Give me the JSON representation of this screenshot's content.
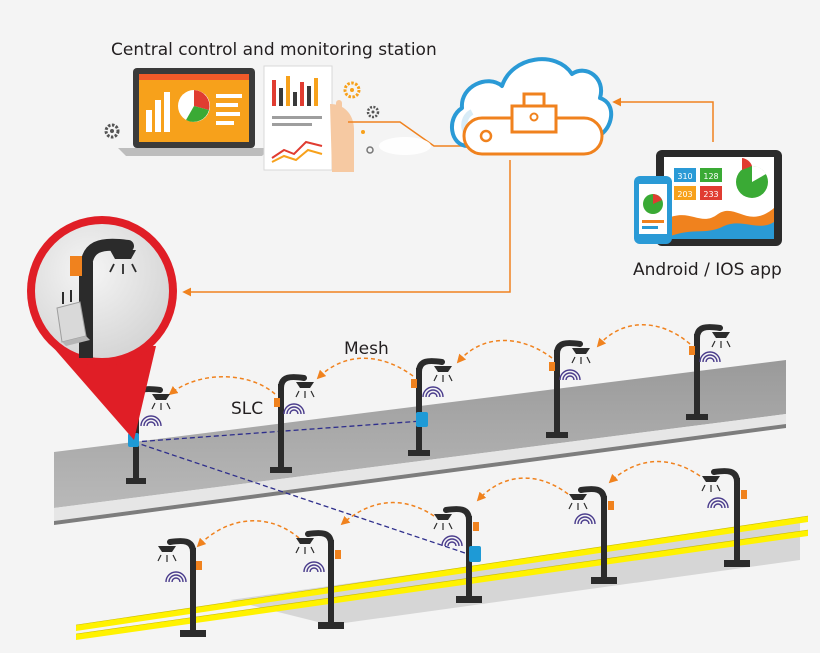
{
  "labels": {
    "station": "Central control and monitoring station",
    "app": "Android / IOS app",
    "mesh": "Mesh",
    "slc": "SLC"
  },
  "app_tiles": [
    "310",
    "128",
    "203",
    "233"
  ],
  "colors": {
    "orange": "#f0821e",
    "cloud_blue": "#2a9ad6",
    "slc_blue": "#1e9ad6",
    "magnifier_red": "#e01e26",
    "pole": "#2b2b2b",
    "road_yellow": "#fff200",
    "link_purple": "#2e2e8c"
  },
  "icons": [
    "laptop-icon",
    "report-sheet-icon",
    "gear-icon",
    "cloud-server-icon",
    "tablet-icon",
    "smartphone-icon",
    "street-light-icon",
    "wifi-signal-icon"
  ]
}
